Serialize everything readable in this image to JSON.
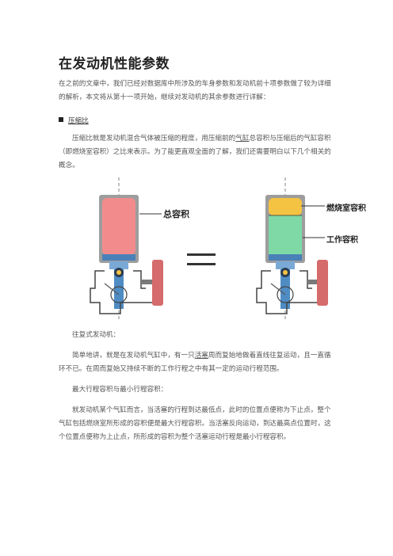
{
  "title": "在发动机性能参数",
  "intro": "在之前的文章中，我们已经对数据库中所涉及的车身参数和发动机前十项参数做了较为详细的解析，本文将从第十一项开始，继续对发动机的其余参数进行详解：",
  "section_heading": "压缩比",
  "para1": {
    "before": "压缩比就是发动机混合气体被压缩的程度，用压缩前的",
    "link": "气缸",
    "after": "总容积与压缩后的气缸容积（即燃烧室容积）之比来表示。为了能更直观全面的了解，我们还需要明白以下几个相关的概念。"
  },
  "figure": {
    "label_total": "总容积",
    "label_combustion": "燃烧室容积",
    "label_working": "工作容积",
    "colors": {
      "total": "#f28c8c",
      "combustion": "#f5c342",
      "working": "#7ed9a6",
      "cylinder": "#9d9d9d",
      "crank": "#d56b6b"
    }
  },
  "para2": "往复式发动机：",
  "para3": {
    "before": "简单地讲，就是在发动机气缸中，有一只",
    "link": "活塞",
    "after": "周而复始地做着直线往复运动，且一直循环不已。在周而复始又持续不断的工作行程之中有其一定的运动行程范围。"
  },
  "para4": "最大行程容积与最小行程容积：",
  "para5": "就发动机某个气缸而言，当活塞的行程到达最低点，此时的位置点便称为下止点，整个气缸包括燃烧室所形成的容积便是最大行程容积。当活塞反向运动，到达最高点位置时，这个位置点便称为上止点，所形成的容积为整个活塞运动行程是最小行程容积。"
}
